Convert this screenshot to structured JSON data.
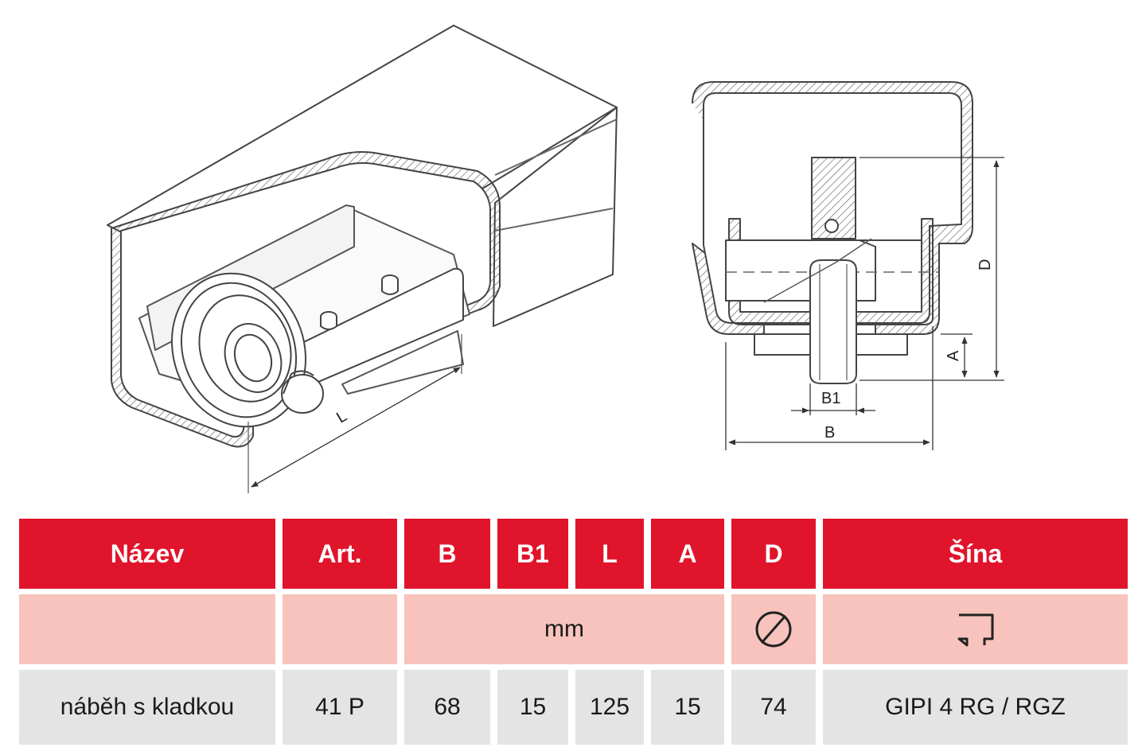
{
  "drawing": {
    "labels": {
      "L": "L",
      "D": "D",
      "A": "A",
      "B1": "B1",
      "B": "B"
    }
  },
  "table": {
    "headers": [
      "Název",
      "Art.",
      "B",
      "B1",
      "L",
      "A",
      "D",
      "Šína"
    ],
    "units": {
      "mm": "mm",
      "diameter_icon": "diameter-symbol-icon",
      "rail_icon": "rail-profile-icon"
    },
    "row": [
      "náběh s kladkou",
      "41 P",
      "68",
      "15",
      "125",
      "15",
      "74",
      "GIPI 4 RG / RGZ"
    ]
  },
  "colors": {
    "header": "#e0142b",
    "unit_row": "#f7c3bc",
    "value_row": "#e4e4e4"
  }
}
